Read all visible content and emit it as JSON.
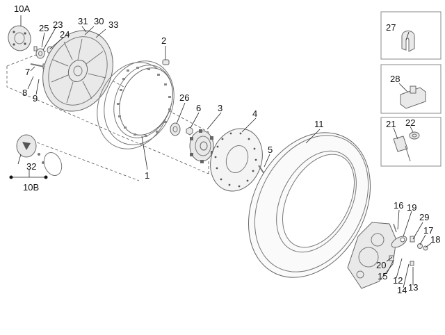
{
  "diagram": {
    "labels": {
      "p10A": "10A",
      "p10B": "10B",
      "p1": "1",
      "p2": "2",
      "p3": "3",
      "p4": "4",
      "p5": "5",
      "p6": "6",
      "p7": "7",
      "p8": "8",
      "p9": "9",
      "p11": "11",
      "p12": "12",
      "p13": "13",
      "p14": "14",
      "p15": "15",
      "p16": "16",
      "p17": "17",
      "p18": "18",
      "p19": "19",
      "p20": "20",
      "p21": "21",
      "p22": "22",
      "p23": "23",
      "p24": "24",
      "p25": "25",
      "p26": "26",
      "p27": "27",
      "p28": "28",
      "p29": "29",
      "p30": "30",
      "p31": "31",
      "p32": "32",
      "p33": "33"
    }
  }
}
